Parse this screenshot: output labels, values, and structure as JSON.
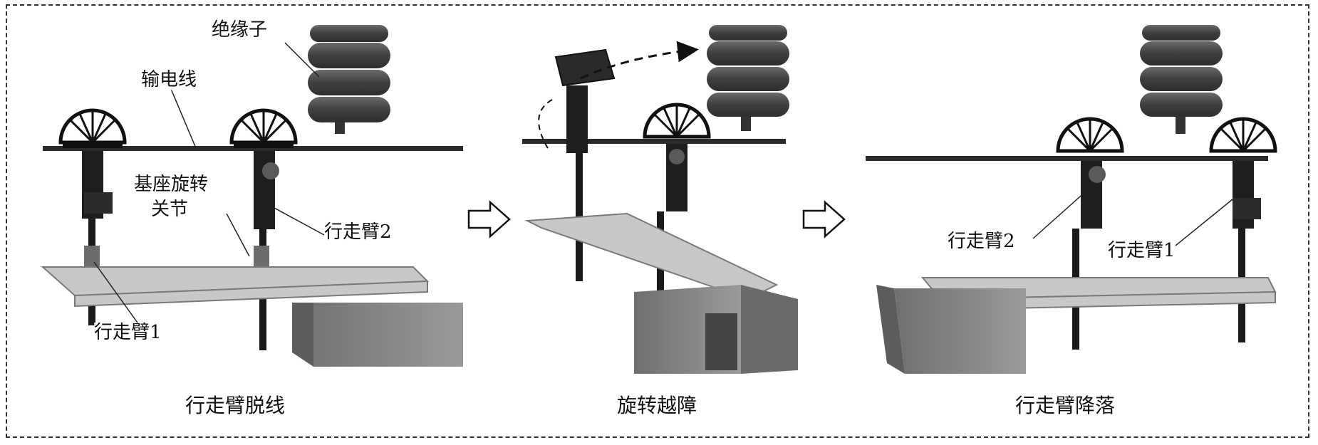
{
  "panels": [
    {
      "caption": "行走臂脱线",
      "labels": {
        "insulator": "绝缘子",
        "power_line": "输电线",
        "base_joint_line1": "基座旋转",
        "base_joint_line2": "关节",
        "arm2": "行走臂2",
        "arm1": "行走臂1"
      }
    },
    {
      "caption": "旋转越障"
    },
    {
      "caption": "行走臂降落",
      "labels": {
        "arm2": "行走臂2",
        "arm1": "行走臂1"
      }
    }
  ],
  "colors": {
    "frame": "#333333",
    "line": "#2b2b2b",
    "frame_metal": "#9a9a9a",
    "box": "#8c8c8c",
    "insulator": "#4d4d4d"
  }
}
